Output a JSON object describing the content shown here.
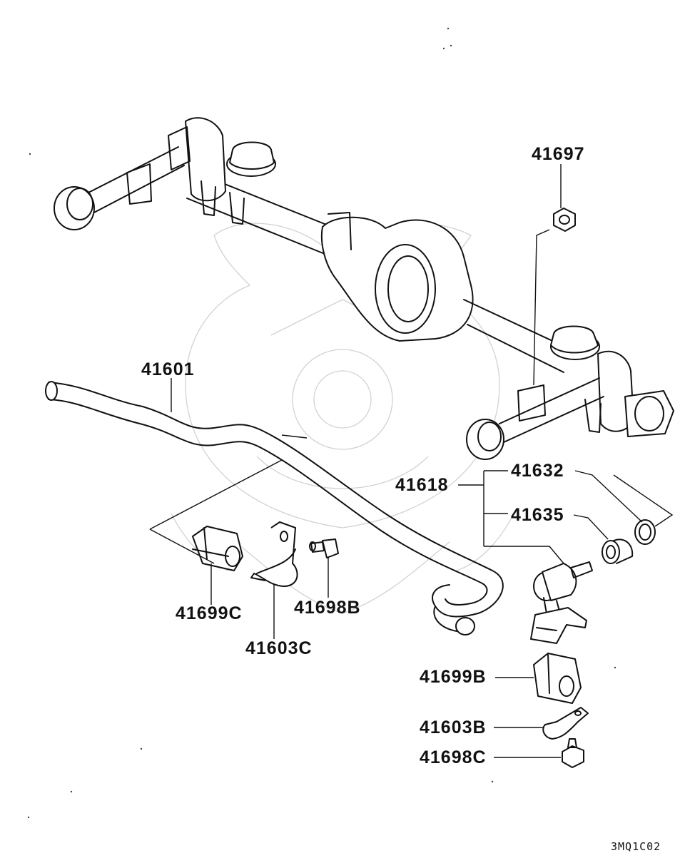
{
  "diagram": {
    "drawing_code": "3MQ1C02",
    "parts": {
      "p41697": "41697",
      "p41601": "41601",
      "p41618": "41618",
      "p41632": "41632",
      "p41635": "41635",
      "p41699C": "41699C",
      "p41698B": "41698B",
      "p41603C": "41603C",
      "p41699B": "41699B",
      "p41603B": "41603B",
      "p41698C": "41698C"
    }
  }
}
